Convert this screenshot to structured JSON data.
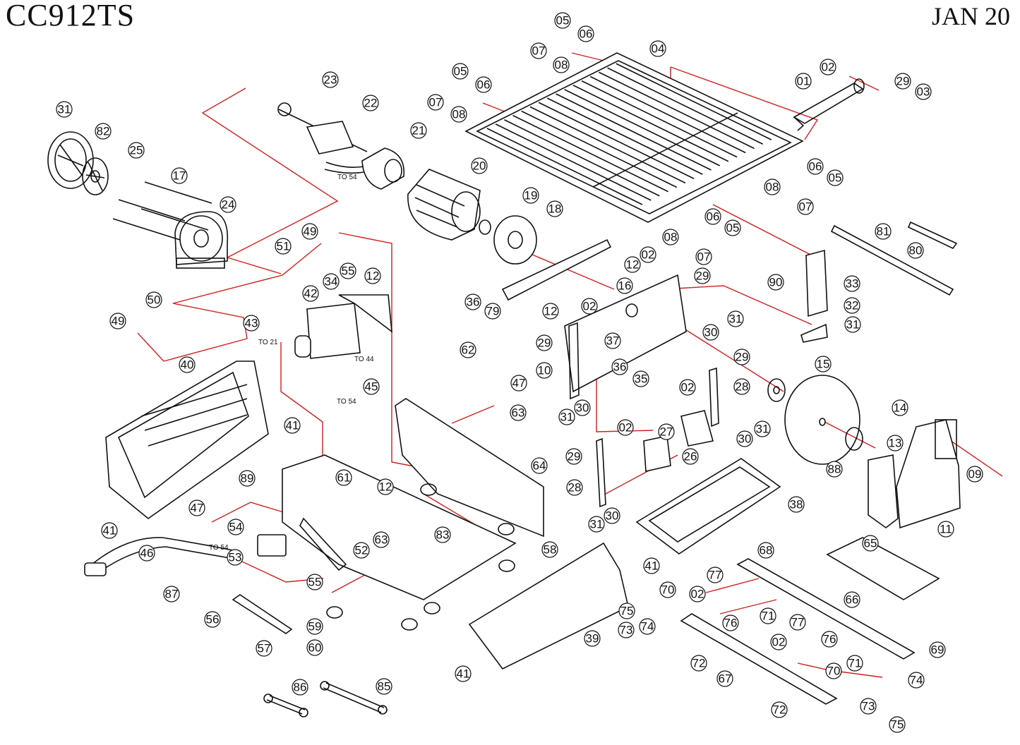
{
  "header": {
    "model": "CC912TS",
    "date": "JAN 20"
  },
  "wire_labels": [
    {
      "id": "w1",
      "text": "TO 54"
    },
    {
      "id": "w2",
      "text": "TO 21"
    },
    {
      "id": "w3",
      "text": "TO 44"
    },
    {
      "id": "w4",
      "text": "TO 54"
    },
    {
      "id": "w5",
      "text": "TO 54"
    }
  ],
  "callouts": [
    {
      "id": "c1",
      "label": "05"
    },
    {
      "id": "c2",
      "label": "06"
    },
    {
      "id": "c3",
      "label": "07"
    },
    {
      "id": "c4",
      "label": "08"
    },
    {
      "id": "c5",
      "label": "04"
    },
    {
      "id": "c6",
      "label": "05"
    },
    {
      "id": "c7",
      "label": "06"
    },
    {
      "id": "c8",
      "label": "07"
    },
    {
      "id": "c9",
      "label": "08"
    },
    {
      "id": "c10",
      "label": "02"
    },
    {
      "id": "c11",
      "label": "01"
    },
    {
      "id": "c12",
      "label": "29"
    },
    {
      "id": "c13",
      "label": "03"
    },
    {
      "id": "c14",
      "label": "31"
    },
    {
      "id": "c15",
      "label": "82"
    },
    {
      "id": "c16",
      "label": "23"
    },
    {
      "id": "c17",
      "label": "22"
    },
    {
      "id": "c18",
      "label": "21"
    },
    {
      "id": "c19",
      "label": "25"
    },
    {
      "id": "c20",
      "label": "20"
    },
    {
      "id": "c21",
      "label": "17"
    },
    {
      "id": "c22",
      "label": "24"
    },
    {
      "id": "c23",
      "label": "19"
    },
    {
      "id": "c24",
      "label": "18"
    },
    {
      "id": "c25",
      "label": "06"
    },
    {
      "id": "c26",
      "label": "05"
    },
    {
      "id": "c27",
      "label": "08"
    },
    {
      "id": "c28",
      "label": "07"
    },
    {
      "id": "c29",
      "label": "06"
    },
    {
      "id": "c30",
      "label": "05"
    },
    {
      "id": "c31",
      "label": "08"
    },
    {
      "id": "c32",
      "label": "07"
    },
    {
      "id": "c33",
      "label": "81"
    },
    {
      "id": "c34",
      "label": "80"
    },
    {
      "id": "c35",
      "label": "49"
    },
    {
      "id": "c36",
      "label": "51"
    },
    {
      "id": "c37",
      "label": "55"
    },
    {
      "id": "c38",
      "label": "34"
    },
    {
      "id": "c39",
      "label": "12"
    },
    {
      "id": "c40",
      "label": "42"
    },
    {
      "id": "c41",
      "label": "02"
    },
    {
      "id": "c42",
      "label": "12"
    },
    {
      "id": "c43",
      "label": "29"
    },
    {
      "id": "c44",
      "label": "90"
    },
    {
      "id": "c45",
      "label": "33"
    },
    {
      "id": "c46",
      "label": "50"
    },
    {
      "id": "c47",
      "label": "36"
    },
    {
      "id": "c48",
      "label": "79"
    },
    {
      "id": "c49",
      "label": "16"
    },
    {
      "id": "c50",
      "label": "12"
    },
    {
      "id": "c51",
      "label": "02"
    },
    {
      "id": "c52",
      "label": "32"
    },
    {
      "id": "c53",
      "label": "31"
    },
    {
      "id": "c54",
      "label": "49"
    },
    {
      "id": "c55",
      "label": "43"
    },
    {
      "id": "c56",
      "label": "29"
    },
    {
      "id": "c57",
      "label": "37"
    },
    {
      "id": "c58",
      "label": "30"
    },
    {
      "id": "c59",
      "label": "31"
    },
    {
      "id": "c60",
      "label": "40"
    },
    {
      "id": "c61",
      "label": "62"
    },
    {
      "id": "c62",
      "label": "10"
    },
    {
      "id": "c63",
      "label": "36"
    },
    {
      "id": "c64",
      "label": "29"
    },
    {
      "id": "c65",
      "label": "35"
    },
    {
      "id": "c66",
      "label": "15"
    },
    {
      "id": "c67",
      "label": "45"
    },
    {
      "id": "c68",
      "label": "47"
    },
    {
      "id": "c69",
      "label": "02"
    },
    {
      "id": "c70",
      "label": "28"
    },
    {
      "id": "c71",
      "label": "14"
    },
    {
      "id": "c72",
      "label": "41"
    },
    {
      "id": "c73",
      "label": "63"
    },
    {
      "id": "c74",
      "label": "30"
    },
    {
      "id": "c75",
      "label": "31"
    },
    {
      "id": "c76",
      "label": "02"
    },
    {
      "id": "c77",
      "label": "27"
    },
    {
      "id": "c78",
      "label": "31"
    },
    {
      "id": "c79",
      "label": "30"
    },
    {
      "id": "c80",
      "label": "13"
    },
    {
      "id": "c81",
      "label": "29"
    },
    {
      "id": "c82",
      "label": "26"
    },
    {
      "id": "c83",
      "label": "64"
    },
    {
      "id": "c84",
      "label": "88"
    },
    {
      "id": "c85",
      "label": "09"
    },
    {
      "id": "c86",
      "label": "89"
    },
    {
      "id": "c87",
      "label": "61"
    },
    {
      "id": "c88",
      "label": "12"
    },
    {
      "id": "c89",
      "label": "28"
    },
    {
      "id": "c90",
      "label": "47"
    },
    {
      "id": "c91",
      "label": "38"
    },
    {
      "id": "c92",
      "label": "41"
    },
    {
      "id": "c93",
      "label": "31"
    },
    {
      "id": "c94",
      "label": "30"
    },
    {
      "id": "c95",
      "label": "11"
    },
    {
      "id": "c96",
      "label": "54"
    },
    {
      "id": "c97",
      "label": "63"
    },
    {
      "id": "c98",
      "label": "83"
    },
    {
      "id": "c99",
      "label": "46"
    },
    {
      "id": "c100",
      "label": "53"
    },
    {
      "id": "c101",
      "label": "52"
    },
    {
      "id": "c102",
      "label": "58"
    },
    {
      "id": "c103",
      "label": "65"
    },
    {
      "id": "c104",
      "label": "68"
    },
    {
      "id": "c105",
      "label": "55"
    },
    {
      "id": "c106",
      "label": "41"
    },
    {
      "id": "c107",
      "label": "77"
    },
    {
      "id": "c108",
      "label": "87"
    },
    {
      "id": "c109",
      "label": "70"
    },
    {
      "id": "c110",
      "label": "02"
    },
    {
      "id": "c111",
      "label": "66"
    },
    {
      "id": "c112",
      "label": "75"
    },
    {
      "id": "c113",
      "label": "56"
    },
    {
      "id": "c114",
      "label": "59"
    },
    {
      "id": "c115",
      "label": "73"
    },
    {
      "id": "c116",
      "label": "74"
    },
    {
      "id": "c117",
      "label": "76"
    },
    {
      "id": "c118",
      "label": "71"
    },
    {
      "id": "c119",
      "label": "77"
    },
    {
      "id": "c120",
      "label": "39"
    },
    {
      "id": "c121",
      "label": "57"
    },
    {
      "id": "c122",
      "label": "60"
    },
    {
      "id": "c123",
      "label": "02"
    },
    {
      "id": "c124",
      "label": "76"
    },
    {
      "id": "c125",
      "label": "69"
    },
    {
      "id": "c126",
      "label": "72"
    },
    {
      "id": "c127",
      "label": "71"
    },
    {
      "id": "c128",
      "label": "41"
    },
    {
      "id": "c129",
      "label": "67"
    },
    {
      "id": "c130",
      "label": "70"
    },
    {
      "id": "c131",
      "label": "74"
    },
    {
      "id": "c132",
      "label": "86"
    },
    {
      "id": "c133",
      "label": "85"
    },
    {
      "id": "c134",
      "label": "72"
    },
    {
      "id": "c135",
      "label": "73"
    },
    {
      "id": "c136",
      "label": "75"
    }
  ]
}
